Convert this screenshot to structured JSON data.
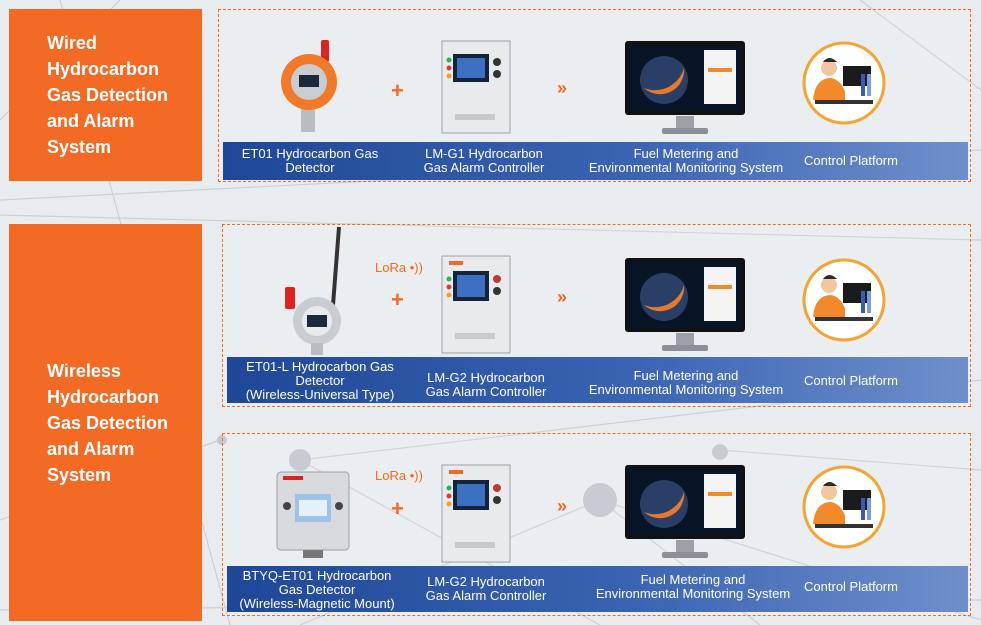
{
  "colors": {
    "accent": "#f26a24",
    "band_start": "#1f4797",
    "band_end": "#6f8fcb",
    "background": "#e9ecef"
  },
  "icons": {
    "plus": "+",
    "arrow": "»",
    "lora_signal": "•))"
  },
  "sections": {
    "wired": {
      "title": "Wired\nHydrocarbon\nGas Detection\nand Alarm\nSystem"
    },
    "wireless": {
      "title": "Wireless\nHydrocarbon\nGas Detection\nand Alarm\nSystem"
    }
  },
  "rows": [
    {
      "detector_caption": "ET01 Hydrocarbon Gas\nDetector",
      "controller_caption": "LM-G1 Hydrocarbon\nGas Alarm Controller",
      "system_caption": "Fuel Metering and\nEnvironmental Monitoring System",
      "platform_caption": "Control Platform",
      "lora_label": ""
    },
    {
      "detector_caption": "ET01-L Hydrocarbon Gas\nDetector\n(Wireless-Universal Type)",
      "controller_caption": "LM-G2 Hydrocarbon\nGas Alarm Controller",
      "system_caption": "Fuel Metering and\nEnvironmental Monitoring System",
      "platform_caption": "Control Platform",
      "lora_label": "LoRa"
    },
    {
      "detector_caption": "BTYQ-ET01 Hydrocarbon\nGas Detector\n(Wireless-Magnetic Mount)",
      "controller_caption": "LM-G2 Hydrocarbon\nGas Alarm Controller",
      "system_caption": "Fuel Metering and\nEnvironmental Monitoring System",
      "platform_caption": "Control Platform",
      "lora_label": "LoRa"
    }
  ]
}
